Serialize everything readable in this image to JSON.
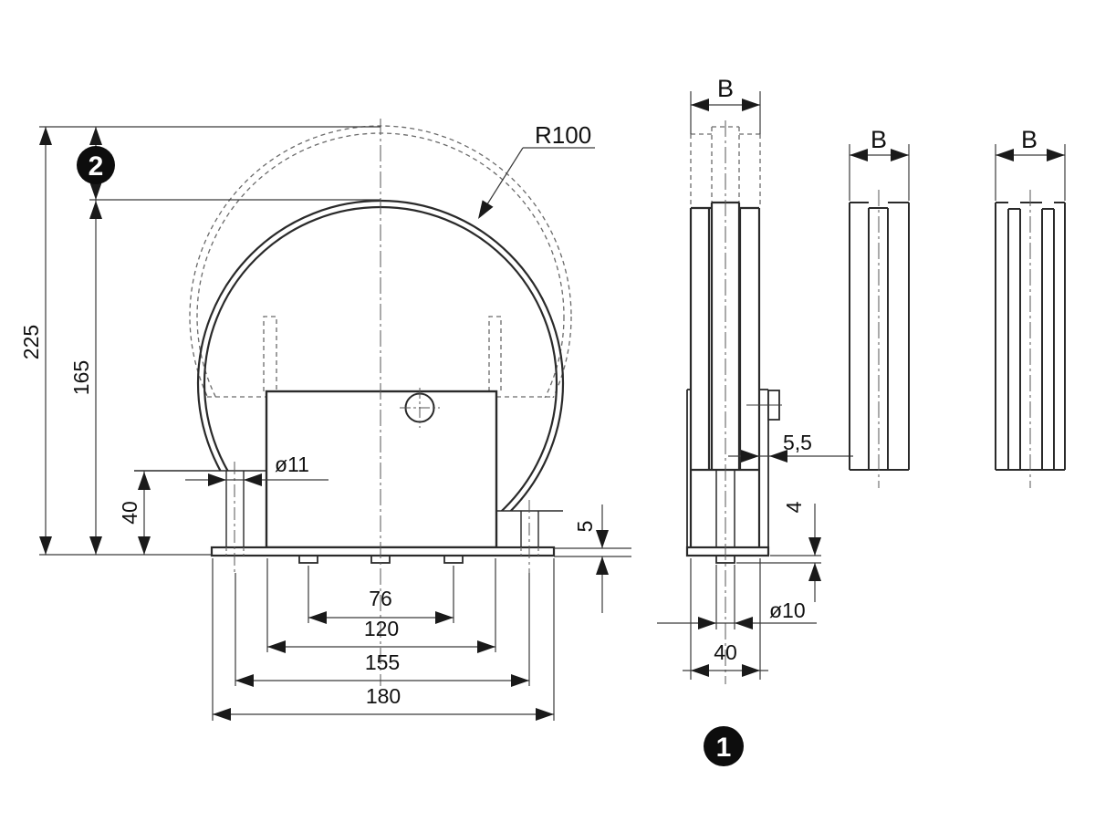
{
  "drawing": {
    "front_view": {
      "radius": "R100",
      "height_raised": "225",
      "height": "165",
      "lift": "40",
      "slot_diameter": "ø11",
      "plate_thickness": "5",
      "hole_spacing_inner": "76",
      "bracket_width": "120",
      "slot_spacing": "155",
      "base_length": "180",
      "position_badge": "2"
    },
    "side_view": {
      "roller_width": "B",
      "plate_thickness": "5,5",
      "collar_height": "4",
      "pin_diameter": "ø10",
      "depth": "40",
      "position_badge": "1"
    },
    "profile_single_groove": {
      "width": "B"
    },
    "profile_double_groove": {
      "width": "B"
    },
    "colors": {
      "line": "#2a2a2a",
      "thin": "#3a3a3a",
      "hidden": "#6a6a6a",
      "badge": "#0d0d0d"
    }
  }
}
